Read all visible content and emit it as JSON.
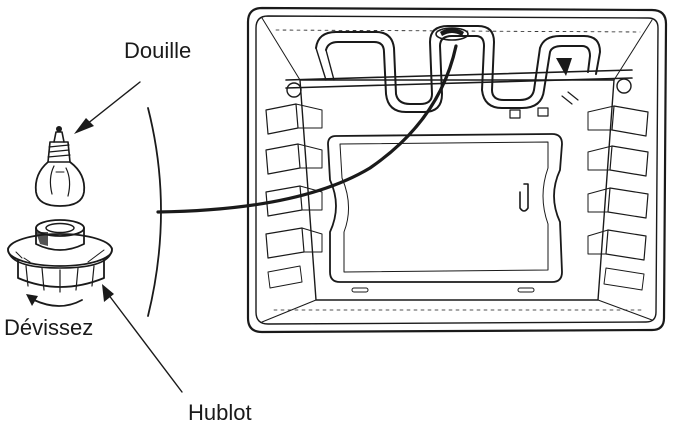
{
  "labels": {
    "socket": "Douille",
    "unscrew": "Dévissez",
    "lamp_cover": "Hublot"
  },
  "colors": {
    "ink": "#1a1a1a",
    "background": "#ffffff"
  }
}
